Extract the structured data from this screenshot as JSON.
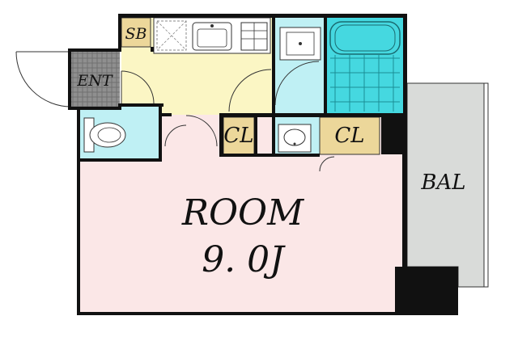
{
  "labels": {
    "sb": "SB",
    "ent": "ENT",
    "cl_left": "CL",
    "cl_right": "CL",
    "bal": "BAL",
    "room_name": "ROOM",
    "room_size": "9. 0J"
  },
  "colors": {
    "room": "#fbe7e7",
    "kitchen": "#fbf6c4",
    "washroom": "#bff0f4",
    "bathroom": "#45d8e0",
    "toilet": "#bff0f4",
    "storage": "#ecd79a",
    "balcony": "#d9dbd9",
    "entrance": "#8f8f8f",
    "wall": "#111111"
  }
}
